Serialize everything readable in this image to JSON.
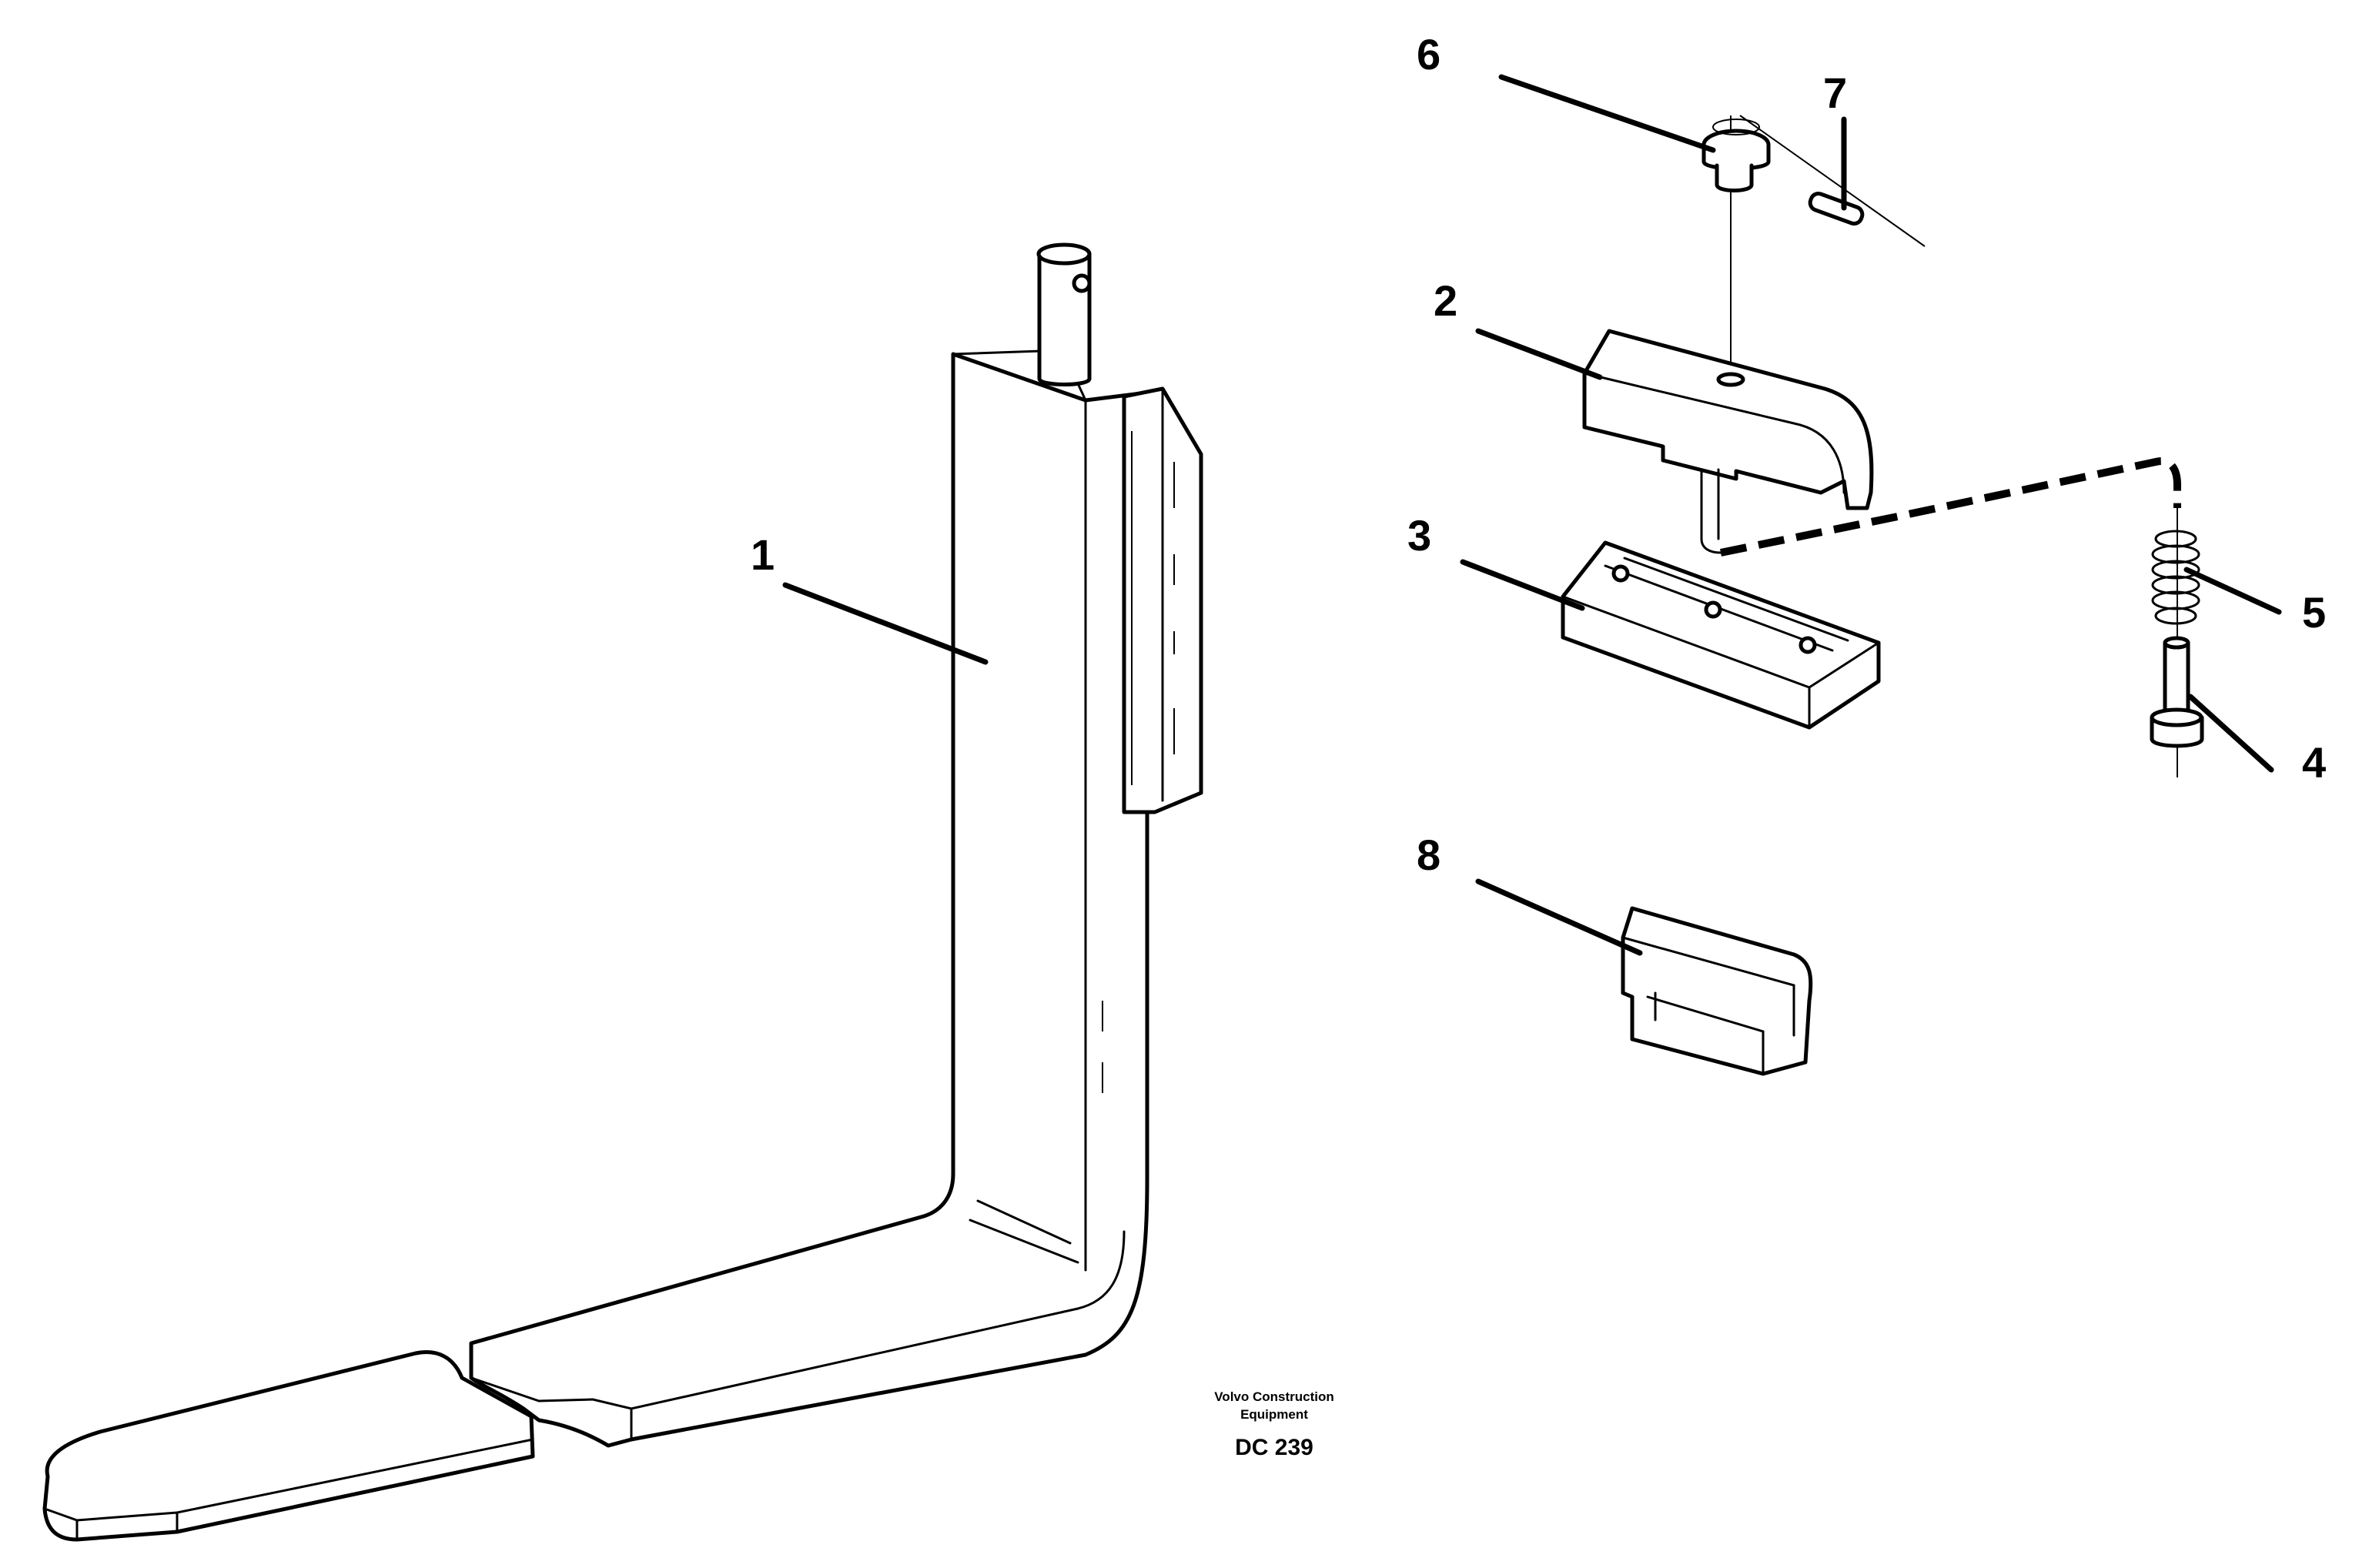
{
  "callouts": [
    {
      "id": "1",
      "text": "1"
    },
    {
      "id": "2",
      "text": "2"
    },
    {
      "id": "3",
      "text": "3"
    },
    {
      "id": "4",
      "text": "4"
    },
    {
      "id": "5",
      "text": "5"
    },
    {
      "id": "6",
      "text": "6"
    },
    {
      "id": "7",
      "text": "7"
    },
    {
      "id": "8",
      "text": "8"
    }
  ],
  "caption": {
    "line1": "Volvo Construction",
    "line2": "Equipment",
    "code": "DC 239"
  }
}
